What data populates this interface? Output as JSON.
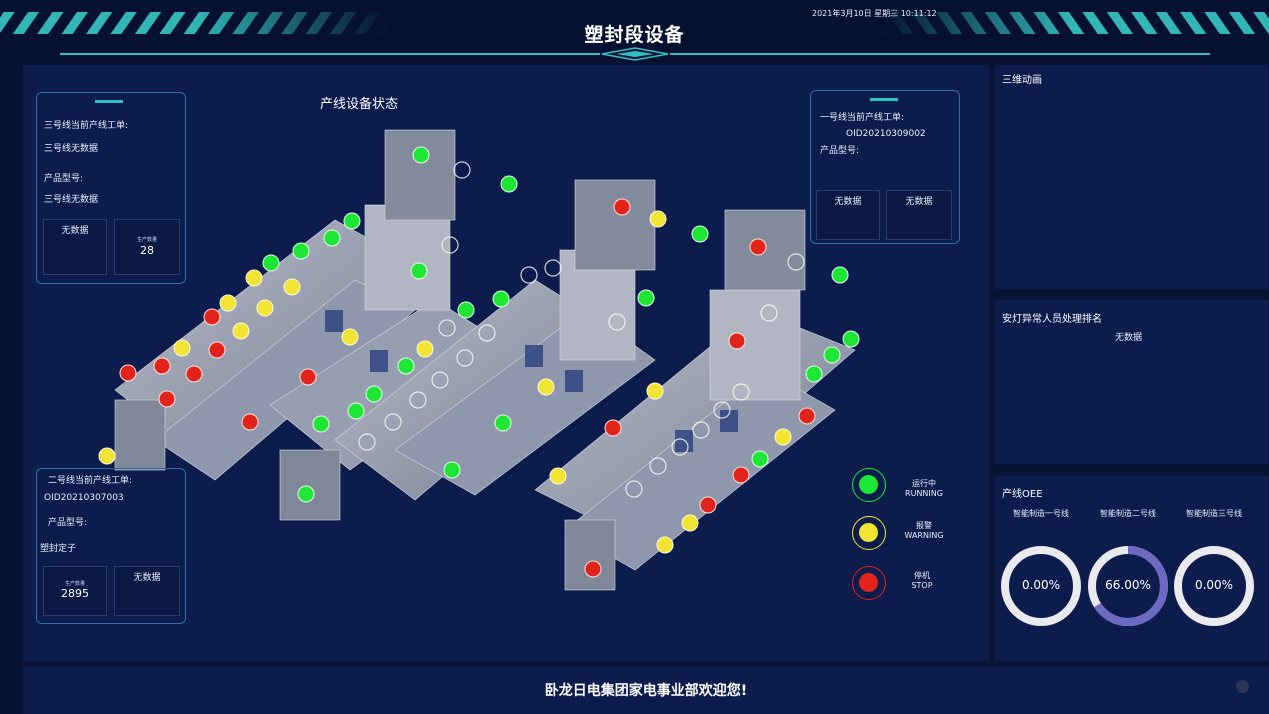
{
  "header": {
    "title": "塑封段设备",
    "datetime": "2021年3月10日 星期三   10:11:12"
  },
  "main": {
    "title": "产线设备状态"
  },
  "line3": {
    "order_label": "三号线当前产线工单:",
    "order_value": "三号线无数据",
    "model_label": "产品型号:",
    "model_value": "三号线无数据",
    "box1": "无数据",
    "count_label": "生产数量",
    "count_value": "28"
  },
  "line1": {
    "order_label": "一号线当前产线工单:",
    "order_value": "OID20210309002",
    "model_label": "产品型号:",
    "box1": "无数据",
    "box2": "无数据"
  },
  "line2": {
    "order_label": "二号线当前产线工单:",
    "order_value": "OID20210307003",
    "model_label": "产品型号:",
    "model_value": "塑封定子",
    "count_label": "生产数量",
    "count_value": "2895",
    "box2": "无数据"
  },
  "legend": [
    {
      "cn": "运行中",
      "en": "RUNNING",
      "color": "#1ee634"
    },
    {
      "cn": "报警",
      "en": "WARNING",
      "color": "#f2e433"
    },
    {
      "cn": "停机",
      "en": "STOP",
      "color": "#e2231a"
    }
  ],
  "right": {
    "anim_title": "三维动画",
    "andon_title": "安灯异常人员处理排名",
    "andon_value": "无数据",
    "oee_title": "产线OEE",
    "gauges": [
      {
        "label": "智能制造一号线",
        "value": "0.00%",
        "progress": 0
      },
      {
        "label": "智能制造二号线",
        "value": "66.00%",
        "progress": 0.66
      },
      {
        "label": "智能制造三号线",
        "value": "0.00%",
        "progress": 0
      }
    ]
  },
  "footer": {
    "text": "卧龙日电集团家电事业部欢迎您!"
  }
}
